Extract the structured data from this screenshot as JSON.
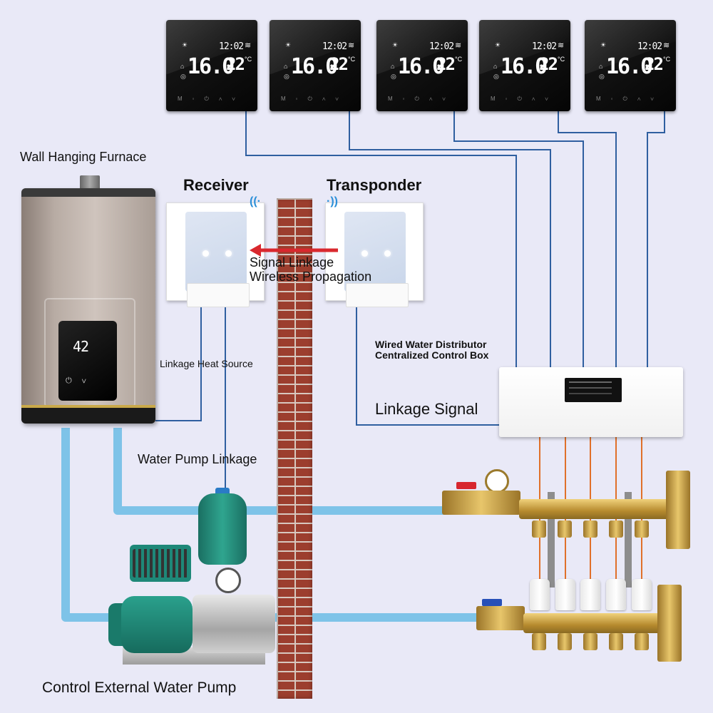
{
  "labels": {
    "furnace": "Wall Hanging Furnace",
    "receiver": "Receiver",
    "transponder": "Transponder",
    "signal_line1": "Signal Linkage",
    "signal_line2": "Wireless Propagation",
    "distributor_line1": "Wired Water Distributor",
    "distributor_line2": "Centralized Control Box",
    "linkage_heat": "Linkage Heat Source",
    "linkage_signal": "Linkage Signal",
    "pump_linkage": "Water Pump Linkage",
    "control_pump": "Control External Water Pump"
  },
  "thermostats": [
    {
      "time": "12:02",
      "set_temp": "16.0",
      "current_temp": "22"
    },
    {
      "time": "12:02",
      "set_temp": "16.0",
      "current_temp": "22"
    },
    {
      "time": "12:02",
      "set_temp": "16.0",
      "current_temp": "22"
    },
    {
      "time": "12:02",
      "set_temp": "16.0",
      "current_temp": "22"
    },
    {
      "time": "12:02",
      "set_temp": "16.0",
      "current_temp": "22"
    }
  ],
  "furnace_display": "42",
  "colors": {
    "background": "#e9e9f7",
    "water_pipe": "#7ec3e8",
    "signal_wire": "#2f5fa0",
    "wall_brick": "#9c3e2e",
    "arrow": "#d9282e",
    "wire_orange": "#e0702a"
  }
}
